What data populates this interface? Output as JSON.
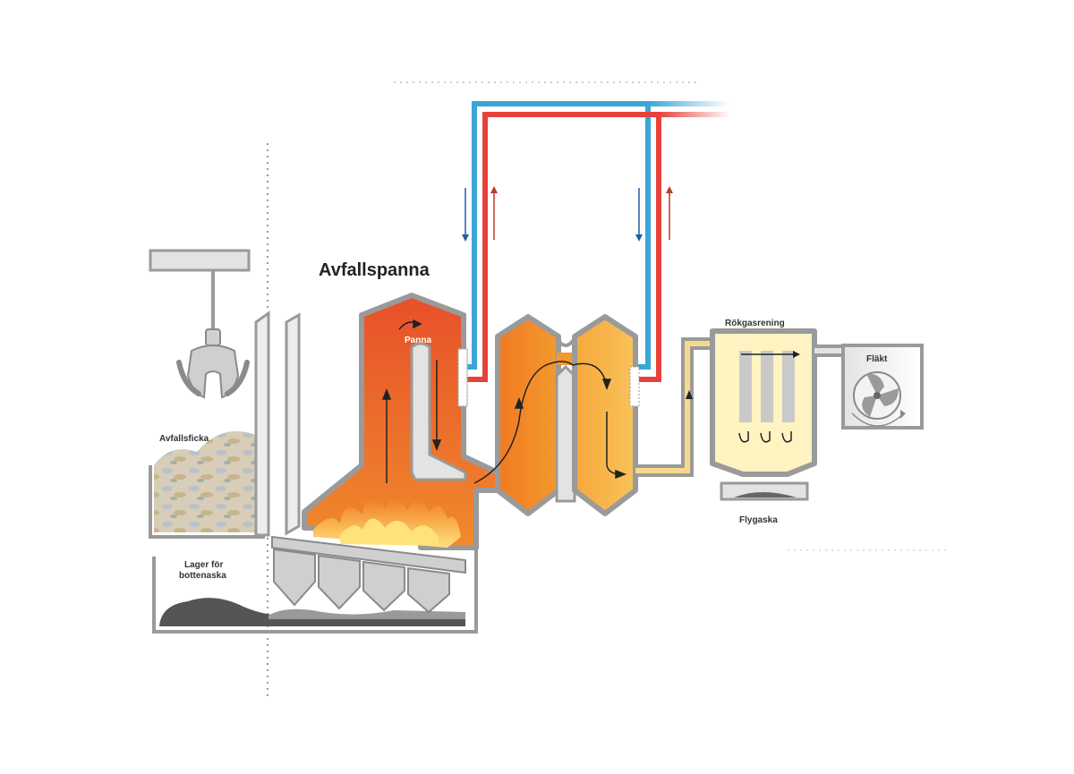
{
  "labels": {
    "title": "Avfallspanna",
    "panna": "Panna",
    "avfallsficka": "Avfallsficka",
    "lager_line1": "Lager för",
    "lager_line2": "bottenaska",
    "rokgasrening": "Rökgasrening",
    "flakt": "Fläkt",
    "flygaska": "Flygaska"
  },
  "colors": {
    "supply_pipe": "#e8413b",
    "return_pipe": "#3aa6d6",
    "furnace_hot": "#e8502a",
    "furnace_warm": "#f08a2c",
    "gas_cool": "#f8b850",
    "flue_gas": "#f6d98a",
    "steel_outline": "#9a9a9a",
    "steel_fill": "#e3e3e3",
    "flame": "#ffcf3a",
    "ash": "#444444"
  }
}
